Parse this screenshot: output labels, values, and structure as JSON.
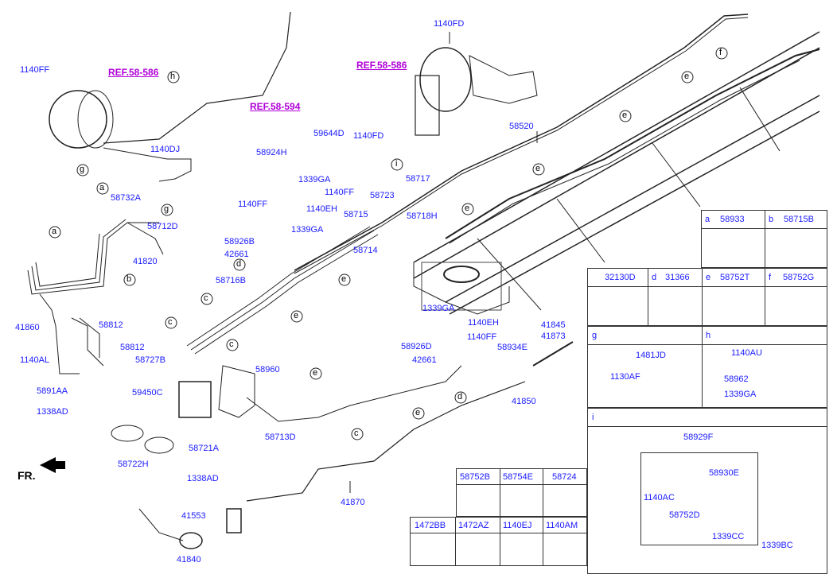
{
  "refs": {
    "r1": "REF.58-586",
    "r2": "REF.58-594",
    "r3": "REF.58-586"
  },
  "fr_label": "FR.",
  "callouts": {
    "a": "a",
    "b": "b",
    "c": "c",
    "d": "d",
    "e": "e",
    "f": "f",
    "g": "g",
    "h": "h",
    "i": "i"
  },
  "parts": {
    "p1140FF_a": "1140FF",
    "p1140DJ": "1140DJ",
    "p58924H": "58924H",
    "p1140FD_a": "1140FD",
    "p1140FD_b": "1140FD",
    "p59644D": "59644D",
    "p1339GA_a": "1339GA",
    "p1140FF_b": "1140FF",
    "p58717": "58717",
    "p58723": "58723",
    "p58718H": "58718H",
    "p58520": "58520",
    "p58732A": "58732A",
    "p58712D": "58712D",
    "p41820": "41820",
    "p1140FF_c": "1140FF",
    "p1140EH_a": "1140EH",
    "p58715": "58715",
    "p58926B": "58926B",
    "p1339GA_b": "1339GA",
    "p58714": "58714",
    "p42661_a": "42661",
    "p58716B": "58716B",
    "p41860": "41860",
    "p58812_a": "58812",
    "p58812_b": "58812",
    "p58727B": "58727B",
    "p1140AL": "1140AL",
    "p5891AA": "5891AA",
    "p1338AD_a": "1338AD",
    "p59450C": "59450C",
    "p58960": "58960",
    "p58722H": "58722H",
    "p58721A": "58721A",
    "p58713D": "58713D",
    "p1339GA_c": "1339GA",
    "p1140EH_b": "1140EH",
    "p58926D": "58926D",
    "p1140FF_d": "1140FF",
    "p58934E": "58934E",
    "p41845": "41845",
    "p41873": "41873",
    "p42661_b": "42661",
    "p41850": "41850",
    "p1338AD_b": "1338AD",
    "p41553": "41553",
    "p41870": "41870",
    "p41840": "41840"
  },
  "table_right": {
    "a_code": "58933",
    "b_code": "58715B",
    "c_code": "32130D",
    "d_code": "31366",
    "e_code": "58752T",
    "f_code": "58752G",
    "g_1481JD": "1481JD",
    "g_1130AF": "1130AF",
    "h_1140AU": "1140AU",
    "h_58962": "58962",
    "h_1339GA": "1339GA",
    "i_58929F": "58929F",
    "i_58930E": "58930E",
    "i_1140AC": "1140AC",
    "i_58752D": "58752D",
    "i_1339CC": "1339CC",
    "i_1339BC": "1339BC"
  },
  "table_bottom": {
    "r1": [
      "58752B",
      "58754E",
      "58724"
    ],
    "r2": [
      "1472BB",
      "1472AZ",
      "1140EJ",
      "1140AM"
    ]
  }
}
